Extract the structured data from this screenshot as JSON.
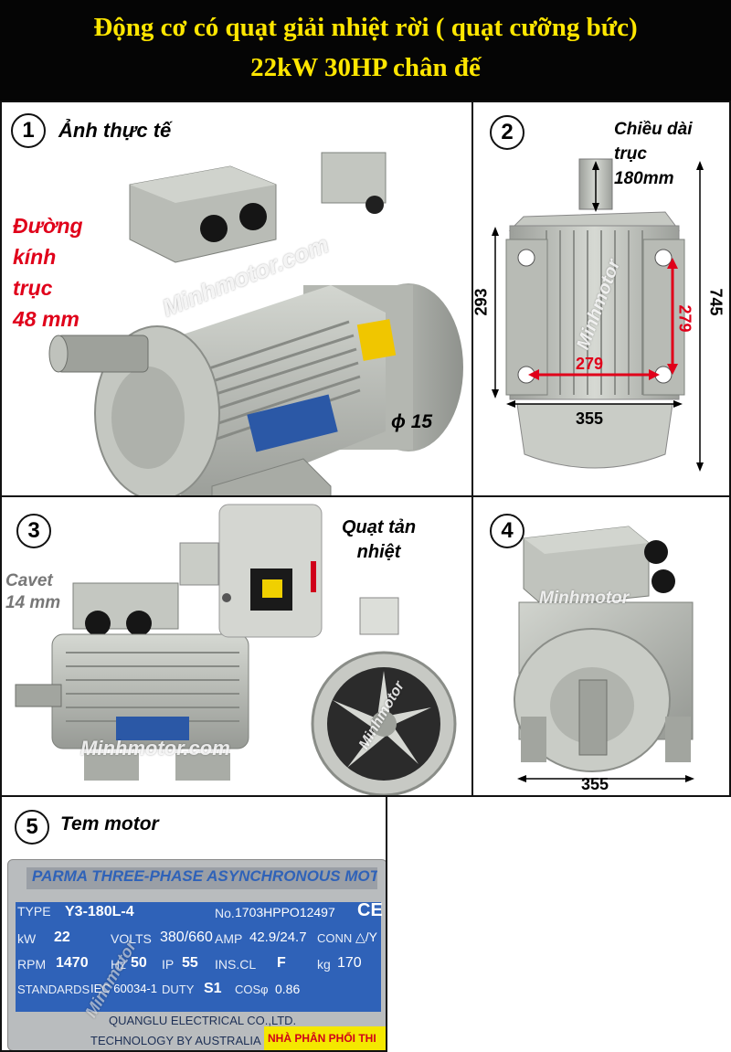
{
  "header": {
    "line1": "Động cơ có quạt giải nhiệt rời ( quạt cưỡng bức)",
    "line2": "22kW 30HP chân đế",
    "bg_color": "#050505",
    "text_color": "#ffe600"
  },
  "panel1": {
    "number": "1",
    "title": "Ảnh thực tế",
    "shaft_label": [
      "Đường",
      "kính",
      "trục",
      "48 mm"
    ],
    "hole_label": "ϕ 15",
    "watermark": "Minhmotor.com"
  },
  "panel2": {
    "number": "2",
    "shaft_length_label": [
      "Chiều dài",
      "trục",
      "180mm"
    ],
    "dim_height": "293",
    "dim_total": "745",
    "dim_vertical_red": "279",
    "dim_horizontal_red": "279",
    "dim_width": "355",
    "watermark": "Minhmotor"
  },
  "panel3": {
    "number": "3",
    "cavet_label": [
      "Cavet",
      "14 mm"
    ],
    "fan_label": [
      "Quạt tản",
      "nhiệt"
    ],
    "watermark_motor": "Minhmotor.com",
    "watermark_fan": "Minhmotor"
  },
  "panel4": {
    "number": "4",
    "watermark": "Minhmotor",
    "dim_width": "355"
  },
  "panel5": {
    "number": "5",
    "title": "Tem motor",
    "plate": {
      "brand": "PARMA",
      "heading": "THREE-PHASE ASYNCHRONOUS MOTOR",
      "type_label": "TYPE",
      "type_value": "Y3-180L-4",
      "no_label": "No.",
      "no_value": "1703HPPO12497",
      "kw_label": "kW",
      "kw_value": "22",
      "volts_label": "VOLTS",
      "volts_value": "380/660",
      "amp_label": "AMP",
      "amp_value": "42.9/24.7",
      "conn_label": "CONN",
      "conn_value": "△/Y",
      "rpm_label": "RPM",
      "rpm_value": "1470",
      "hz_label": "Hz",
      "hz_value": "50",
      "ip_label": "IP",
      "ip_value": "55",
      "ins_label": "INS.CL",
      "ins_value": "F",
      "kg_label": "kg",
      "kg_value": "170",
      "std_label": "STANDARDS",
      "std_value": "IEC 60034-1",
      "duty_label": "DUTY",
      "duty_value": "S1",
      "cos_label": "COSφ",
      "cos_value": "0.86",
      "company": "QUANGLU ELECTRICAL CO.,LTD.",
      "tech": "TECHNOLOGY BY AUSTRALIA",
      "distributor": "NHÀ PHÂN PHỐI THI",
      "ce_mark": "CE",
      "watermark": "Minhmotor"
    }
  },
  "colors": {
    "accent_red": "#e0001a",
    "motor_gray": "#b7bab5",
    "plate_blue": "#2f62b8"
  }
}
